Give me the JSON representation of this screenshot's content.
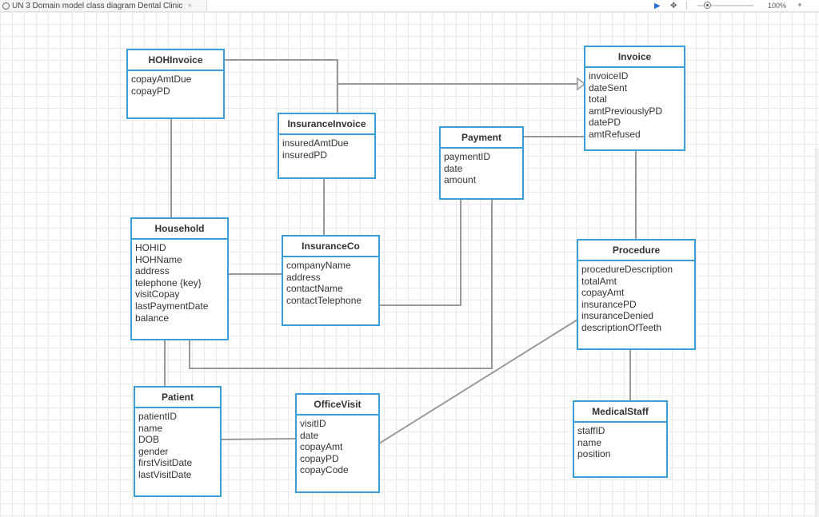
{
  "tab": {
    "title": "UN 3 Domain model class diagram Dental Clinic",
    "close": "×"
  },
  "toolbar": {
    "pointer_icon": "cursor-arrow-icon",
    "pan_icon": "move-icon",
    "zoom": "100%",
    "zoom_menu_icon": "chevron-down-icon"
  },
  "colors": {
    "class_border": "#3a9fd9",
    "connector": "#999999"
  },
  "classes": {
    "hohinvoice": {
      "name": "HOHInvoice",
      "attributes": [
        "copayAmtDue",
        "copayPD"
      ]
    },
    "invoice": {
      "name": "Invoice",
      "attributes": [
        "invoiceID",
        "dateSent",
        "total",
        "amtPreviouslyPD",
        "datePD",
        "amtRefused"
      ]
    },
    "insuranceinvoice": {
      "name": "InsuranceInvoice",
      "attributes": [
        "insuredAmtDue",
        "insuredPD"
      ]
    },
    "payment": {
      "name": "Payment",
      "attributes": [
        "paymentID",
        "date",
        "amount"
      ]
    },
    "household": {
      "name": "Household",
      "attributes": [
        "HOHID",
        "HOHName",
        "address",
        "telephone {key}",
        "visitCopay",
        "lastPaymentDate",
        "balance"
      ]
    },
    "insuranceco": {
      "name": "InsuranceCo",
      "attributes": [
        "companyName",
        "address",
        "contactName",
        "contactTelephone"
      ]
    },
    "procedure": {
      "name": "Procedure",
      "attributes": [
        "procedureDescription",
        "totalAmt",
        "copayAmt",
        "insurancePD",
        "insuranceDenied",
        "descriptionOfTeeth"
      ]
    },
    "patient": {
      "name": "Patient",
      "attributes": [
        "patientID",
        "name",
        "DOB",
        "gender",
        "firstVisitDate",
        "lastVisitDate"
      ]
    },
    "officevisit": {
      "name": "OfficeVisit",
      "attributes": [
        "visitID",
        "date",
        "copayAmt",
        "copayPD",
        "copayCode"
      ]
    },
    "medicalstaff": {
      "name": "MedicalStaff",
      "attributes": [
        "staffID",
        "name",
        "position"
      ]
    }
  }
}
